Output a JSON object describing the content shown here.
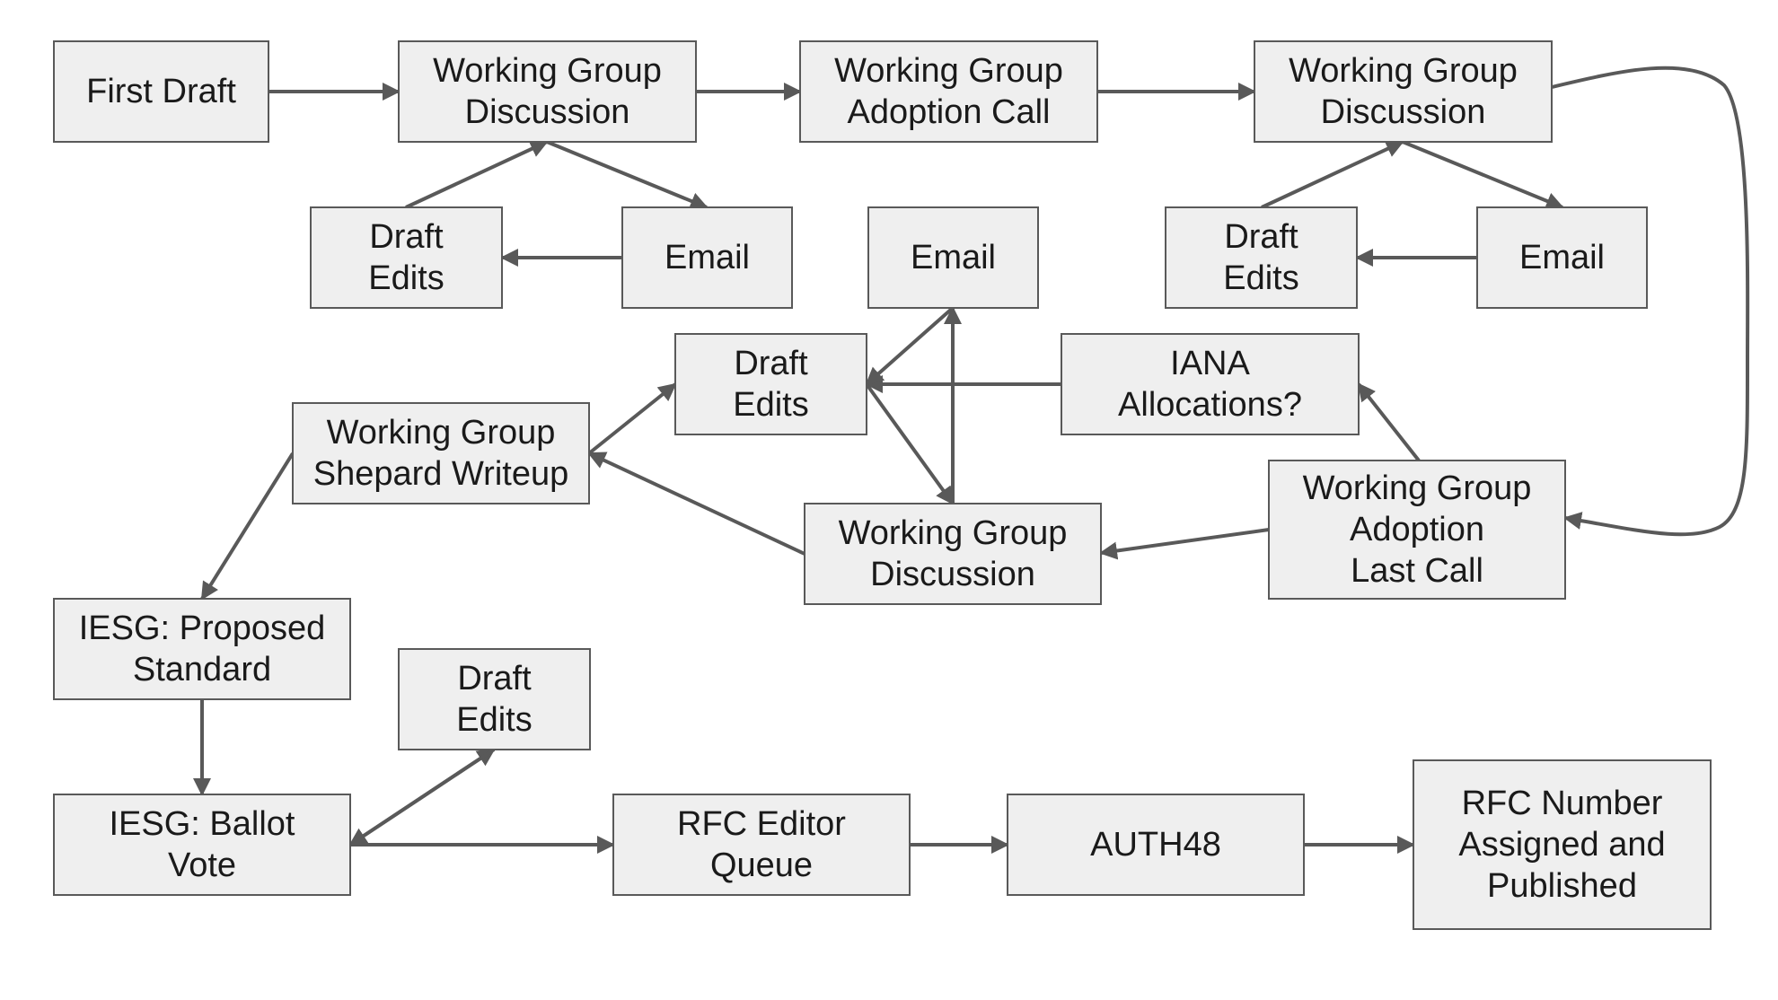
{
  "diagram": {
    "colors": {
      "box_fill": "#efefef",
      "box_stroke": "#595959",
      "arrow": "#595959",
      "text": "#1a1a1a"
    },
    "nodes": [
      {
        "id": "first-draft",
        "lines": [
          "First Draft"
        ]
      },
      {
        "id": "wg-discussion-1",
        "lines": [
          "Working Group",
          "Discussion"
        ]
      },
      {
        "id": "wg-adoption-call",
        "lines": [
          "Working Group",
          "Adoption Call"
        ]
      },
      {
        "id": "wg-discussion-2",
        "lines": [
          "Working Group",
          "Discussion"
        ]
      },
      {
        "id": "draft-edits-1",
        "lines": [
          "Draft",
          "Edits"
        ]
      },
      {
        "id": "email-1",
        "lines": [
          "Email"
        ]
      },
      {
        "id": "email-2",
        "lines": [
          "Email"
        ]
      },
      {
        "id": "draft-edits-2",
        "lines": [
          "Draft",
          "Edits"
        ]
      },
      {
        "id": "email-3",
        "lines": [
          "Email"
        ]
      },
      {
        "id": "draft-edits-3",
        "lines": [
          "Draft",
          "Edits"
        ]
      },
      {
        "id": "iana-allocations",
        "lines": [
          "IANA",
          "Allocations?"
        ]
      },
      {
        "id": "wg-shepard-writeup",
        "lines": [
          "Working Group",
          "Shepard Writeup"
        ]
      },
      {
        "id": "wg-adoption-last-call",
        "lines": [
          "Working Group",
          "Adoption",
          "Last Call"
        ]
      },
      {
        "id": "wg-discussion-3",
        "lines": [
          "Working Group",
          "Discussion"
        ]
      },
      {
        "id": "iesg-proposed-standard",
        "lines": [
          "IESG: Proposed",
          "Standard"
        ]
      },
      {
        "id": "draft-edits-4",
        "lines": [
          "Draft",
          "Edits"
        ]
      },
      {
        "id": "iesg-ballot-vote",
        "lines": [
          "IESG: Ballot",
          "Vote"
        ]
      },
      {
        "id": "rfc-editor-queue",
        "lines": [
          "RFC Editor",
          "Queue"
        ]
      },
      {
        "id": "auth48",
        "lines": [
          "AUTH48"
        ]
      },
      {
        "id": "rfc-published",
        "lines": [
          "RFC Number",
          "Assigned and",
          "Published"
        ]
      }
    ],
    "edges": [
      {
        "from": "first-draft",
        "to": "wg-discussion-1"
      },
      {
        "from": "wg-discussion-1",
        "to": "wg-adoption-call"
      },
      {
        "from": "wg-adoption-call",
        "to": "wg-discussion-2"
      },
      {
        "from": "wg-discussion-1",
        "to": "email-1"
      },
      {
        "from": "email-1",
        "to": "draft-edits-1"
      },
      {
        "from": "draft-edits-1",
        "to": "wg-discussion-1"
      },
      {
        "from": "wg-discussion-2",
        "to": "email-3"
      },
      {
        "from": "email-3",
        "to": "draft-edits-3"
      },
      {
        "from": "draft-edits-3",
        "to": "wg-discussion-2"
      },
      {
        "from": "wg-discussion-2",
        "to": "wg-adoption-last-call"
      },
      {
        "from": "wg-adoption-last-call",
        "to": "iana-allocations"
      },
      {
        "from": "wg-adoption-last-call",
        "to": "wg-discussion-3"
      },
      {
        "from": "iana-allocations",
        "to": "draft-edits-2"
      },
      {
        "from": "wg-discussion-3",
        "to": "email-2"
      },
      {
        "from": "email-2",
        "to": "draft-edits-2"
      },
      {
        "from": "draft-edits-2",
        "to": "wg-discussion-3"
      },
      {
        "from": "wg-discussion-3",
        "to": "wg-shepard-writeup"
      },
      {
        "from": "wg-shepard-writeup",
        "to": "draft-edits-2"
      },
      {
        "from": "wg-shepard-writeup",
        "to": "iesg-proposed-standard"
      },
      {
        "from": "iesg-proposed-standard",
        "to": "iesg-ballot-vote"
      },
      {
        "from": "iesg-ballot-vote",
        "to": "draft-edits-4"
      },
      {
        "from": "draft-edits-4",
        "to": "iesg-ballot-vote"
      },
      {
        "from": "iesg-ballot-vote",
        "to": "rfc-editor-queue"
      },
      {
        "from": "rfc-editor-queue",
        "to": "auth48"
      },
      {
        "from": "auth48",
        "to": "rfc-published"
      }
    ]
  }
}
